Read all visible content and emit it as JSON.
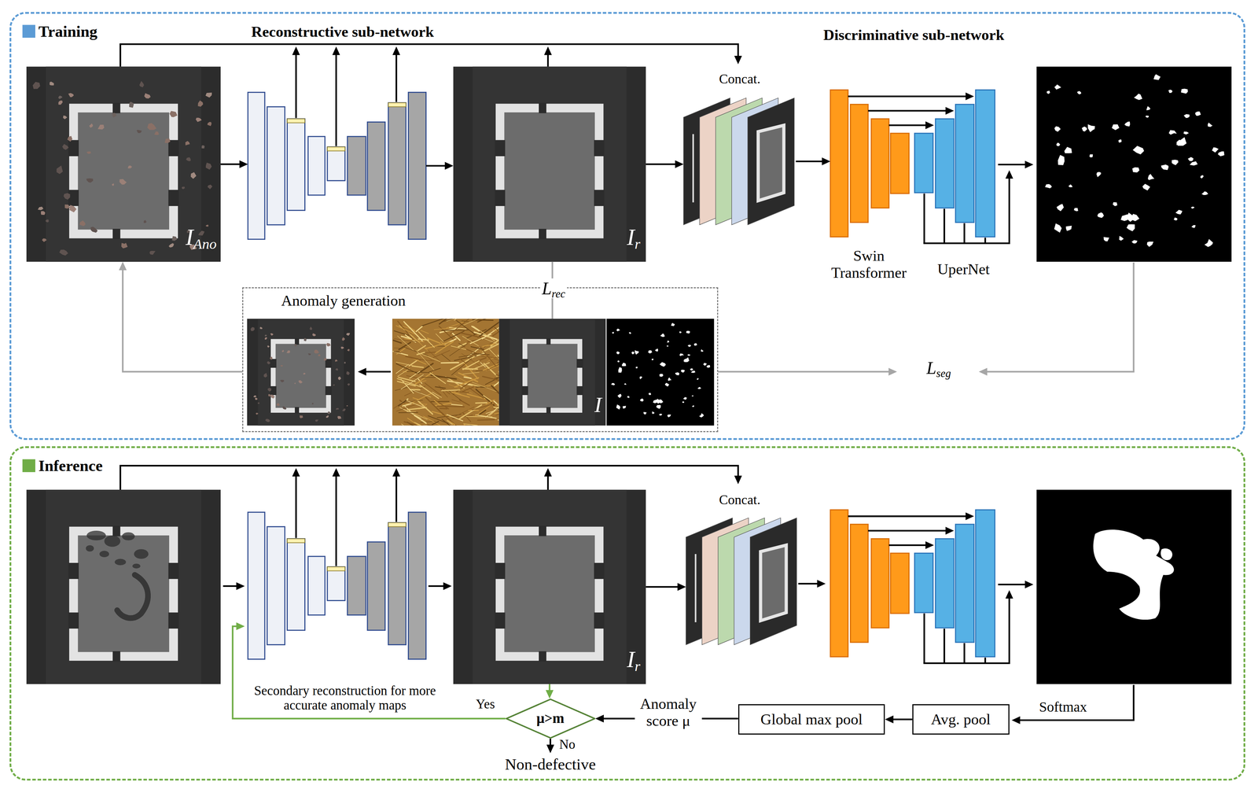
{
  "diagram": {
    "nodes": [
      {
        "text": [
          "Training"
        ]
      },
      {
        "text": [
          "IAno"
        ],
        "in": 0
      },
      {
        "text": [
          "Reconstructive sub-network"
        ],
        "in": 0
      },
      {
        "text": [
          "Ir"
        ],
        "in": 0
      },
      {
        "text": [
          "Concat."
        ],
        "in": 0
      },
      {
        "text": [
          "Swin Transformer"
        ],
        "in": 0
      },
      {
        "text": [
          "UperNet"
        ],
        "in": 0
      },
      {
        "text": [
          "Anomaly generation"
        ],
        "in": 0
      },
      {
        "text": [
          "I"
        ],
        "in": 7
      },
      {
        "text": [
          "Inference"
        ]
      },
      {
        "text": [
          "Ir"
        ],
        "in": 9
      },
      {
        "text": [
          "Concat."
        ],
        "in": 9
      },
      {
        "text": [
          "Global max pool"
        ],
        "in": 9
      },
      {
        "text": [
          "Avg. pool"
        ],
        "in": 9
      },
      {
        "text": [
          "μ>m"
        ],
        "in": 9
      }
    ],
    "edges": [
      {
        "from": 1,
        "to": 2,
        "arrow": "to"
      },
      {
        "from": 2,
        "to": 3,
        "arrow": "to"
      },
      {
        "from": 3,
        "to": 4,
        "arrow": "to"
      },
      {
        "from": 4,
        "to": 5,
        "arrow": "to"
      },
      {
        "from": 7,
        "to": 1,
        "arrow": "to"
      },
      {
        "from": 8,
        "to": 3,
        "label": "Lrec",
        "arrow": "none"
      },
      {
        "from": 10,
        "to": 11,
        "arrow": "to"
      },
      {
        "from": 13,
        "to": 12,
        "arrow": "to"
      },
      {
        "from": 12,
        "to": 14,
        "label": "Anomaly score μ",
        "arrow": "to"
      },
      {
        "from": 10,
        "to": 14,
        "arrow": "to"
      }
    ],
    "labels": [
      "Discriminative sub-network",
      "Lseg",
      "Softmax",
      "Yes",
      "Secondary reconstruction for more accurate anomaly maps",
      "No",
      "Non-defective"
    ]
  }
}
